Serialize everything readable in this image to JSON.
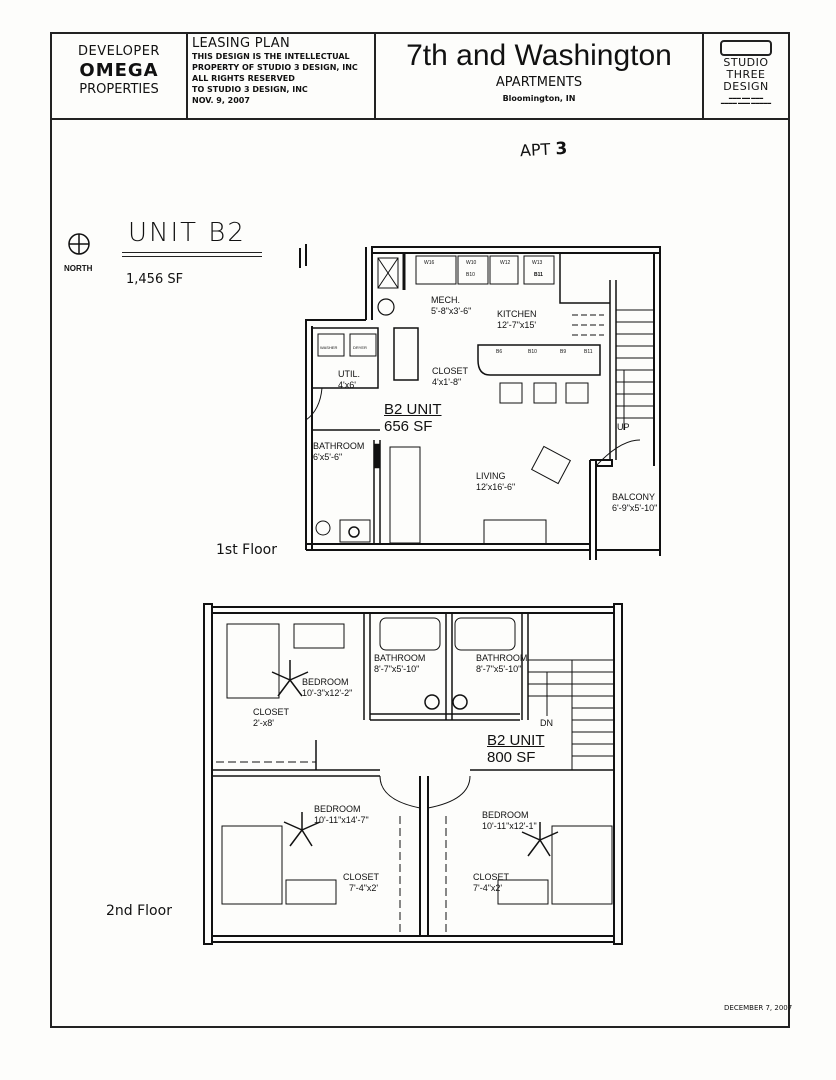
{
  "title_block": {
    "developer": {
      "line1": "DEVELOPER",
      "line2": "OMEGA",
      "line3": "PROPERTIES"
    },
    "leasing": {
      "heading": "LEASING PLAN",
      "lines": [
        "THIS DESIGN IS THE INTELLECTUAL",
        "PROPERTY OF STUDIO 3 DESIGN, INC",
        "ALL RIGHTS RESERVED",
        "TO STUDIO 3 DESIGN, INC",
        "NOV. 9, 2007"
      ]
    },
    "project": {
      "name": "7th and Washington",
      "subtitle": "APARTMENTS",
      "city": "Bloomington, IN"
    },
    "firm": {
      "line1": "STUDIO",
      "line2": "THREE",
      "line3": "DESIGN"
    }
  },
  "annotation": {
    "handwritten_prefix": "APT",
    "handwritten_number": "3"
  },
  "unit": {
    "name": "UNIT B2",
    "area": "1,456 SF",
    "north_label": "NORTH"
  },
  "floors": {
    "first": {
      "label": "1st Floor",
      "unit_tag": "B2 UNIT",
      "unit_area": "656 SF",
      "rooms": {
        "mech": {
          "name": "MECH.",
          "dim": "5'-8\"x3'-6\""
        },
        "kitchen": {
          "name": "KITCHEN",
          "dim": "12'-7\"x15'"
        },
        "util": {
          "name": "UTIL.",
          "dim": "4'x6'"
        },
        "closet": {
          "name": "CLOSET",
          "dim": "4'x1'-8\""
        },
        "bathroom": {
          "name": "BATHROOM",
          "dim": "6'x5'-6\""
        },
        "living": {
          "name": "LIVING",
          "dim": "12'x16'-6\""
        },
        "balcony": {
          "name": "BALCONY",
          "dim": "6'-9\"x5'-10\""
        }
      },
      "cabinet_tags": [
        "W16",
        "W10",
        "W12",
        "W13",
        "B10",
        "B11",
        "B6",
        "B10",
        "B9",
        "B11"
      ],
      "appliance_tags": {
        "washer": "WASHER",
        "dryer": "DRYER"
      },
      "stair_label": "UP"
    },
    "second": {
      "label": "2nd Floor",
      "unit_tag": "B2 UNIT",
      "unit_area": "800 SF",
      "rooms": {
        "bedroom_nw": {
          "name": "BEDROOM",
          "dim": "10'-3\"x12'-2\""
        },
        "closet_nw": {
          "name": "CLOSET",
          "dim": "2'-x8'"
        },
        "bathroom_1": {
          "name": "BATHROOM",
          "dim": "8'-7\"x5'-10\""
        },
        "bathroom_2": {
          "name": "BATHROOM",
          "dim": "8'-7\"x5'-10\""
        },
        "bedroom_sw": {
          "name": "BEDROOM",
          "dim": "10'-11\"x14'-7\""
        },
        "bedroom_se": {
          "name": "BEDROOM",
          "dim": "10'-11\"x12'-1\""
        },
        "closet_sw": {
          "name": "CLOSET",
          "dim": "7'-4\"x2'"
        },
        "closet_se": {
          "name": "CLOSET",
          "dim": "7'-4\"x2'"
        }
      },
      "stair_label": "DN"
    }
  },
  "footer_date": "DECEMBER 7, 2007"
}
